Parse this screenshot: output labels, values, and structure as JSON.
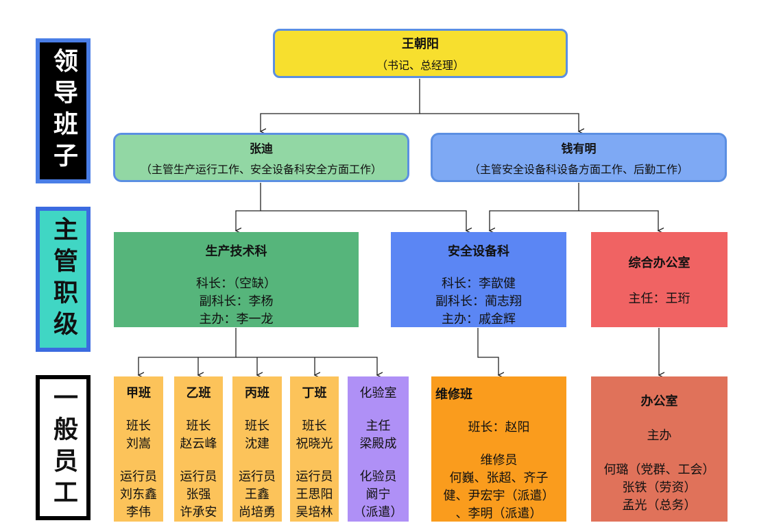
{
  "levels": {
    "leadership": "领导班子",
    "management": "主管职级",
    "staff": "一般员工"
  },
  "colors": {
    "top": "#f7df2e",
    "lead_left": "#92d7a4",
    "lead_right": "#7ea9f4",
    "production": "#56b57b",
    "safety": "#5b86f4",
    "office_dept": "#f06363",
    "team": "#fcc35a",
    "lab": "#af90f6",
    "repair": "#fa9c1d",
    "admin": "#e0725a",
    "level_teal": "#40d6c4"
  },
  "top": {
    "name": "王朝阳",
    "role": "（书记、总经理）"
  },
  "leaders": {
    "left": {
      "name": "张迪",
      "role": "（主管生产运行工作、安全设备科安全方面工作）"
    },
    "right": {
      "name": "钱有明",
      "role": "（主管安全设备科设备方面工作、后勤工作）"
    }
  },
  "departments": {
    "production": {
      "title": "生产技术科",
      "line1": "科长：（空缺）",
      "line2": "副科长：李杨",
      "line3": "主办：李一龙"
    },
    "safety": {
      "title": "安全设备科",
      "line1": "科长：李歆健",
      "line2": "副科长：蔺志翔",
      "line3": "主办：戚金辉"
    },
    "office": {
      "title": "综合办公室",
      "line1": "主任：王珩"
    }
  },
  "teams": {
    "jia": {
      "title": "甲班",
      "lead_role": "班长",
      "lead": "刘嵩",
      "staff_role": "运行员",
      "staff1": "刘东鑫",
      "staff2": "李伟"
    },
    "yi": {
      "title": "乙班",
      "lead_role": "班长",
      "lead": "赵云峰",
      "staff_role": "运行员",
      "staff1": "张强",
      "staff2": "许承安"
    },
    "bing": {
      "title": "丙班",
      "lead_role": "班长",
      "lead": "沈建",
      "staff_role": "运行员",
      "staff1": "王鑫",
      "staff2": "尚培勇"
    },
    "ding": {
      "title": "丁班",
      "lead_role": "班长",
      "lead": "祝晓光",
      "staff_role": "运行员",
      "staff1": "王思阳",
      "staff2": "吴培林"
    },
    "lab": {
      "title": "化验室",
      "lead_role": "主任",
      "lead": "梁殿成",
      "staff_role": "化验员",
      "staff1": "阚宁",
      "staff2": "（派遣）"
    },
    "repair": {
      "title": "维修班",
      "lead": "班长：赵阳",
      "staff_role": "维修员",
      "line1": "何巍、张超、齐子",
      "line2": "健、尹宏宇（派遣）",
      "line3": "、李明（派遣）"
    },
    "admin": {
      "title": "办公室",
      "lead_role": "主办",
      "line1": "何璐（党群、工会）",
      "line2": "张铁（劳资）",
      "line3": "孟光（总务）"
    }
  }
}
